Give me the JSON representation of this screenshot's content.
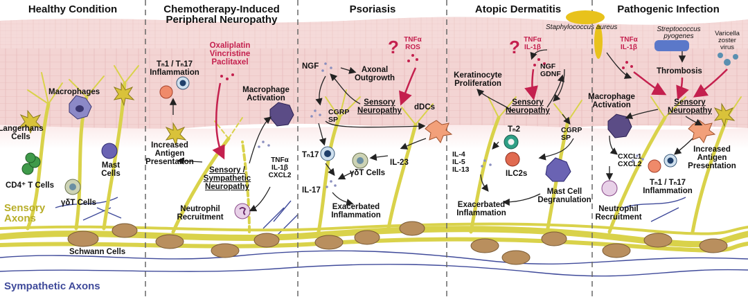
{
  "panels": [
    {
      "title": "Healthy Condition"
    },
    {
      "title": "Chemotherapy-Induced\nPeripheral Neuropathy"
    },
    {
      "title": "Psoriasis"
    },
    {
      "title": "Atopic Dermatitis"
    },
    {
      "title": "Pathogenic Infection"
    }
  ],
  "healthy": {
    "macrophages": "Macrophages",
    "langerhans": "Langerhans\nCells",
    "cd4": "CD4⁺ T Cells",
    "mast": "Mast\nCells",
    "gdt": "γδT Cells",
    "schwann": "Schwann Cells",
    "sensory_axons": "Sensory\nAxons",
    "sympathetic_axons": "Sympathetic Axons"
  },
  "chemo": {
    "th_inflammation": "Tₙ1 / Tₙ17\nInflammation",
    "drugs": "Oxaliplatin\nVincristine\nPaclitaxel",
    "macrophage_activation": "Macrophage\nActivation",
    "antigen": "Increased\nAntigen\nPresentation",
    "neuropathy": "Sensory /\nSympathetic\nNeuropathy",
    "cytokines": "TNFα\nIL-1β\nCXCL2",
    "neutrophil": "Neutrophil\nRecruitment"
  },
  "psoriasis": {
    "question": "?",
    "tnf_ros": "TNFα\nROS",
    "ngf": "NGF",
    "axonal": "Axonal\nOutgrowth",
    "cgrp_sp": "CGRP\nSP",
    "neuropathy": "Sensory\nNeuropathy",
    "ddcs": "dDCs",
    "th17": "Tₙ17",
    "il23": "IL-23",
    "gdt": "γδT Cells",
    "il17": "IL-17",
    "exacerbated": "Exacerbated\nInflammation"
  },
  "atopic": {
    "staph": "Staphylococcus aureus",
    "question": "?",
    "tnf_il1": "TNFα\nIL-1β",
    "keratinocyte": "Keratinocyte\nProliferation",
    "ngf_gdnf": "NGF\nGDNF",
    "neuropathy": "Sensory\nNeuropathy",
    "th2": "Tₙ2",
    "cgrp_sp": "CGRP\nSP",
    "ils": "IL-4\nIL-5\nIL-13",
    "ilc2s": "ILC2s",
    "mast": "Mast Cell\nDegranulation",
    "exacerbated": "Exacerbated\nInflammation"
  },
  "infection": {
    "tnf_il1": "TNFα\nIL-1β",
    "strep": "Streptococcus\npyogenes",
    "varicella": "Varicella\nzoster\nvirus",
    "thrombosis": "Thrombosis",
    "macrophage_activation": "Macrophage\nActivation",
    "neuropathy": "Sensory\nNeuropathy",
    "cxcl": "CXCL1\nCXCL2",
    "antigen": "Increased\nAntigen\nPresentation",
    "th_inflammation": "Tₙ1 / Tₙ17\nInflammation",
    "neutrophil": "Neutrophil\nRecruitment"
  },
  "colors": {
    "epidermis": "#f3d4d3",
    "nerve": "#d9d24a",
    "sympathetic": "#3f4a9a",
    "schwann": "#b98f5e",
    "accent_red": "#c4204e",
    "staph": "#e8c21c",
    "strep": "#5b78c9"
  }
}
